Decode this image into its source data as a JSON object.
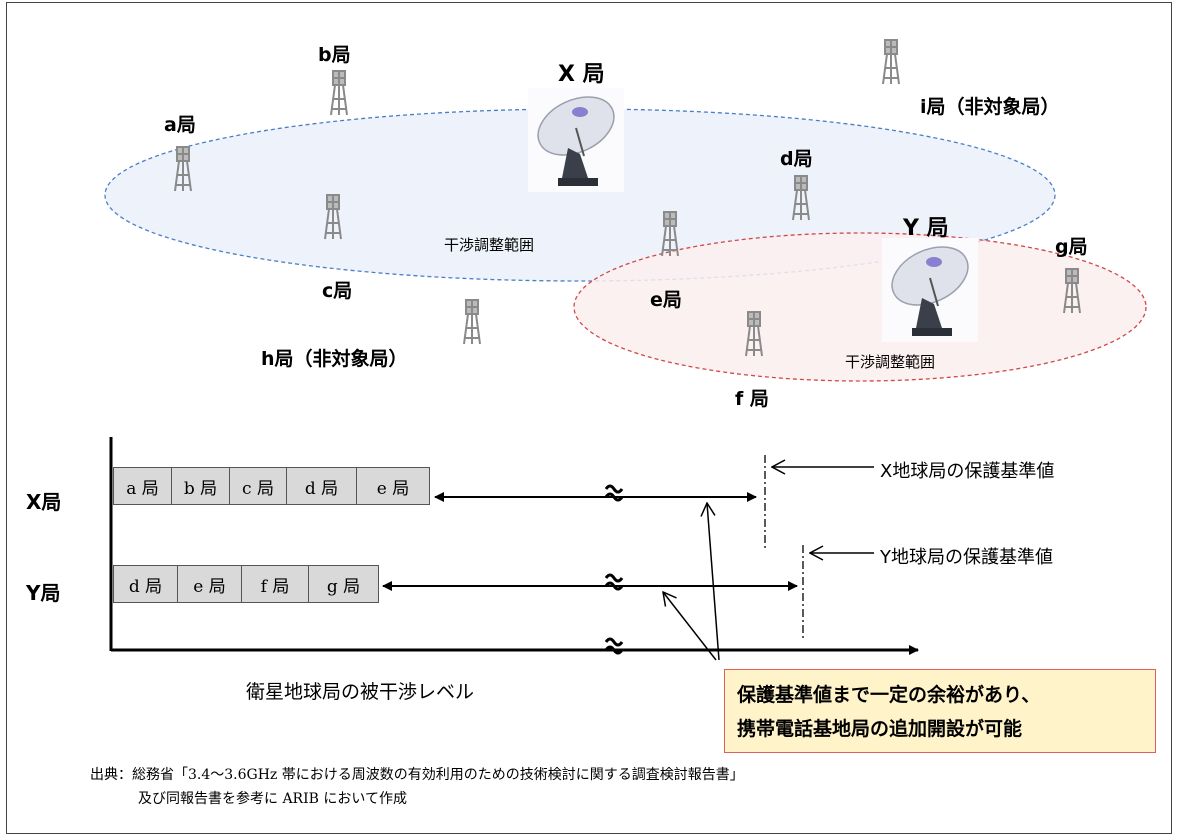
{
  "map": {
    "earth_stations": [
      {
        "name": "X 局"
      },
      {
        "name": "Y 局"
      }
    ],
    "base_stations": [
      {
        "id": "a",
        "label": "a局"
      },
      {
        "id": "b",
        "label": "b局"
      },
      {
        "id": "c",
        "label": "c局"
      },
      {
        "id": "d",
        "label": "d局"
      },
      {
        "id": "e",
        "label": "e局"
      },
      {
        "id": "f",
        "label": "f 局"
      },
      {
        "id": "g",
        "label": "g局"
      },
      {
        "id": "h",
        "label": "h局（非対象局）"
      },
      {
        "id": "i",
        "label": "i局（非対象局）"
      }
    ],
    "zones": [
      {
        "label": "干渉調整範囲",
        "color": "#4a7fc8",
        "fill": "#eef3fb"
      },
      {
        "label": "干渉調整範囲",
        "color": "#d04848",
        "fill": "#fbeeee"
      }
    ]
  },
  "levels": {
    "rows": [
      {
        "label": "X局",
        "cells": [
          "a 局",
          "b 局",
          "c 局",
          "d 局",
          "e 局"
        ]
      },
      {
        "label": "Y局",
        "cells": [
          "d 局",
          "e 局",
          "f 局",
          "g 局"
        ]
      }
    ],
    "standards": [
      {
        "label": "X地球局の保護基準値"
      },
      {
        "label": "Y地球局の保護基準値"
      }
    ],
    "axis_break_symbol": "≈",
    "xlabel": "衛星地球局の被干渉レベル"
  },
  "note": {
    "line1": "保護基準値まで一定の余裕があり、",
    "line2": "携帯電話基地局の追加開設が可能",
    "border_color": "#e06060",
    "fill_color": "#fff3c9"
  },
  "source": {
    "line1": "出典：総務省「3.4～3.6GHz 帯における周波数の有効利用のための技術検討に関する調査検討報告書」",
    "line2": "及び同報告書を参考に ARIB において作成"
  }
}
